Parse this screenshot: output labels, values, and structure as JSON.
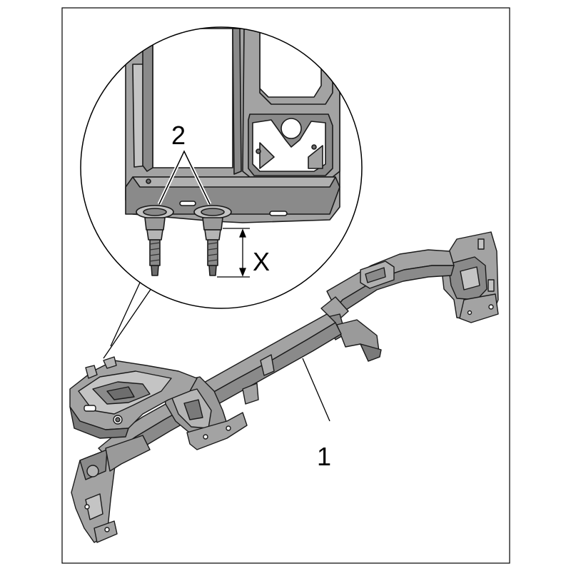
{
  "callouts": {
    "part_1": "1",
    "part_2": "2",
    "dimension_x": "X"
  },
  "colors": {
    "frame": "#000000",
    "part_fill": "#a3a3a3",
    "part_shade": "#8a8a8a",
    "part_dark": "#6e6e6e",
    "part_light": "#c4c4c4",
    "line": "#1a1a1a",
    "background": "#ffffff"
  }
}
